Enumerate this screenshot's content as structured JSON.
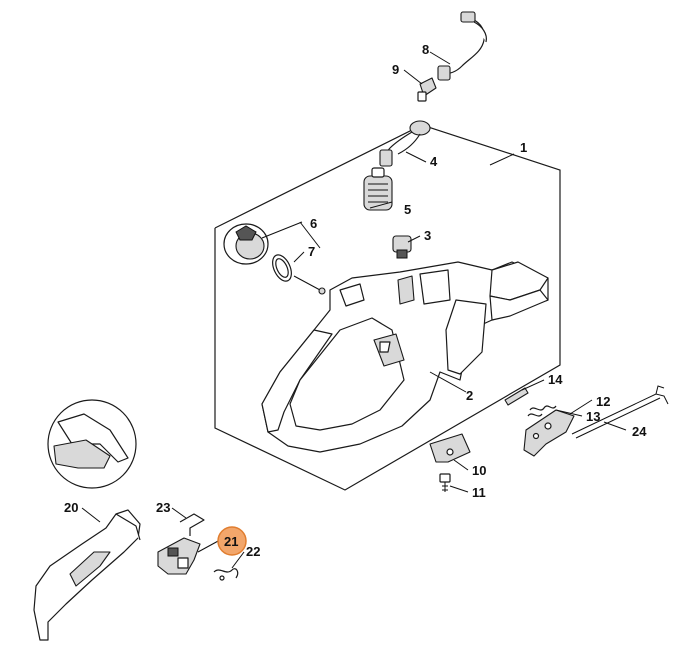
{
  "diagram": {
    "callouts": [
      "1",
      "2",
      "3",
      "4",
      "5",
      "6",
      "7",
      "8",
      "9",
      "10",
      "11",
      "12",
      "13",
      "14",
      "20",
      "21",
      "22",
      "23",
      "24"
    ],
    "highlight": {
      "label": "21",
      "color": "#f2a66b",
      "ring": "#e07d2f"
    }
  }
}
